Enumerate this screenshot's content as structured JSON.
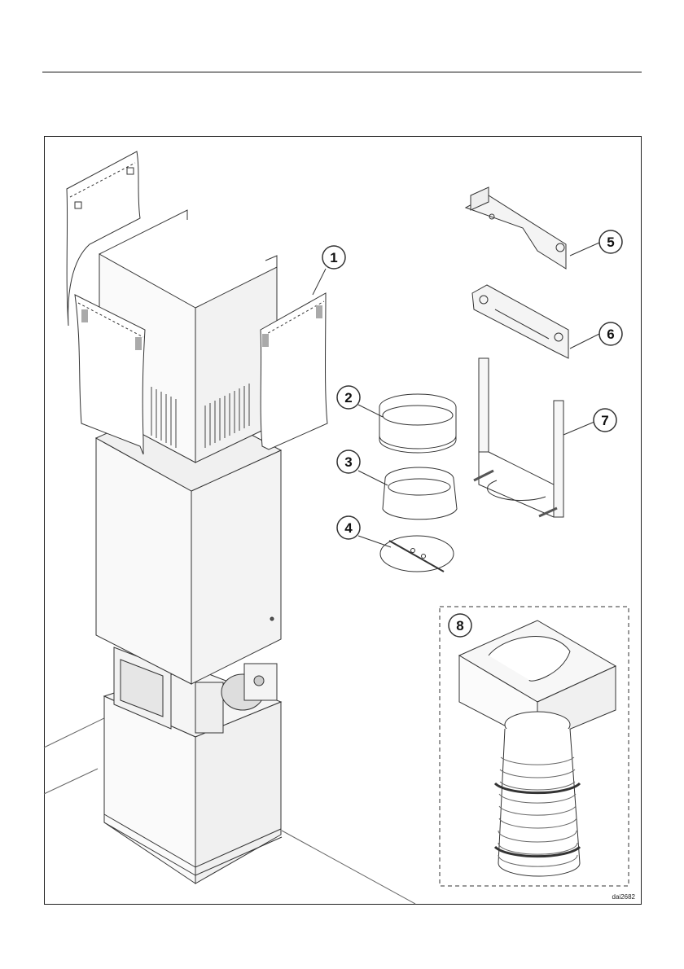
{
  "drawing_code": "dai2682",
  "callouts": [
    {
      "label": "1",
      "part": "chimney cover panels"
    },
    {
      "label": "2",
      "part": "ring"
    },
    {
      "label": "3",
      "part": "ring"
    },
    {
      "label": "4",
      "part": "disc"
    },
    {
      "label": "5",
      "part": "bracket"
    },
    {
      "label": "6",
      "part": "bracket"
    },
    {
      "label": "7",
      "part": "frame"
    },
    {
      "label": "8",
      "part": "adapter with hose"
    }
  ]
}
